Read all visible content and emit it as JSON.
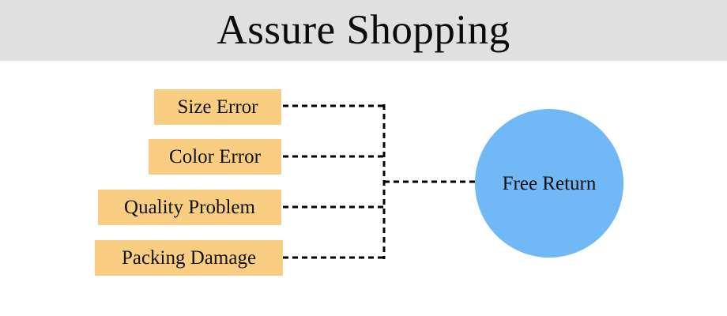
{
  "header": {
    "title": "Assure Shopping",
    "background_color": "#e0e0e0",
    "text_color": "#0a0a0a"
  },
  "diagram": {
    "type": "cause-and-effect",
    "cause_box_color": "#f9ce83",
    "effect_circle_color": "#70b9f6",
    "connector_color": "#000000",
    "connector_style": "dashed",
    "causes": [
      {
        "label": "Size Error"
      },
      {
        "label": "Color Error"
      },
      {
        "label": "Quality Problem"
      },
      {
        "label": "Packing Damage"
      }
    ],
    "effect": {
      "label": "Free Return"
    }
  }
}
